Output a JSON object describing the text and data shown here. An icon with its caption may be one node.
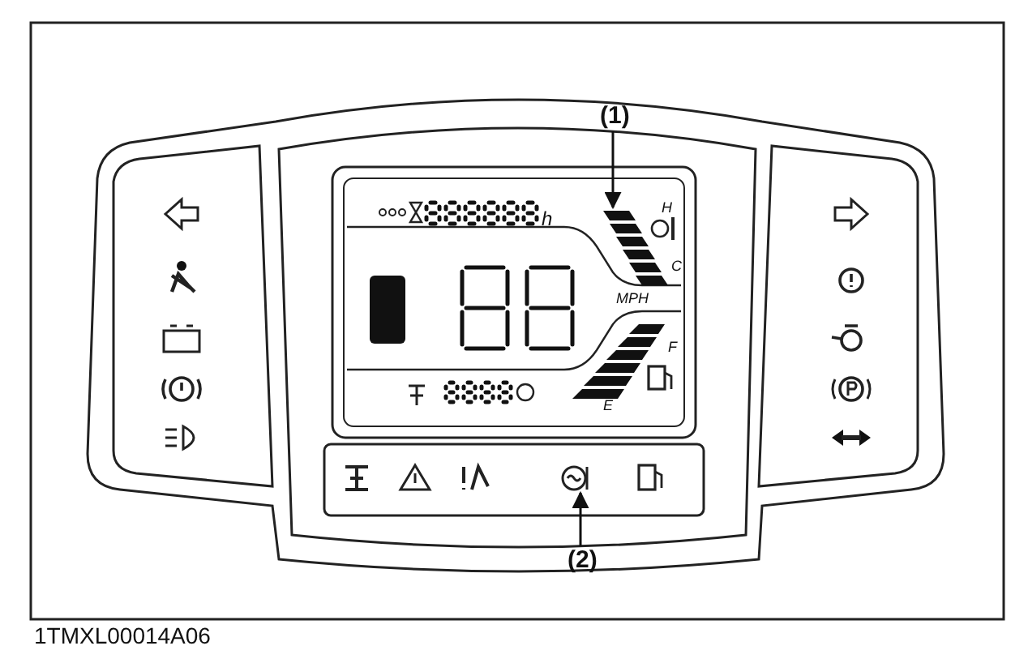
{
  "diagram": {
    "nodes": [
      {
        "text": [
          "(1)"
        ]
      },
      {
        "text": [],
        "shape": "bar"
      },
      {
        "text": [
          "(2)"
        ]
      },
      {
        "text": [],
        "shape": "circle"
      }
    ],
    "edges": [
      {
        "from": 0,
        "to": 1,
        "arrow": "to"
      },
      {
        "from": 2,
        "to": 3,
        "arrow": "to"
      }
    ],
    "labels": [
      "h",
      "H",
      "C",
      "MPH",
      "F",
      "E",
      "1TMXL00014A06"
    ]
  }
}
